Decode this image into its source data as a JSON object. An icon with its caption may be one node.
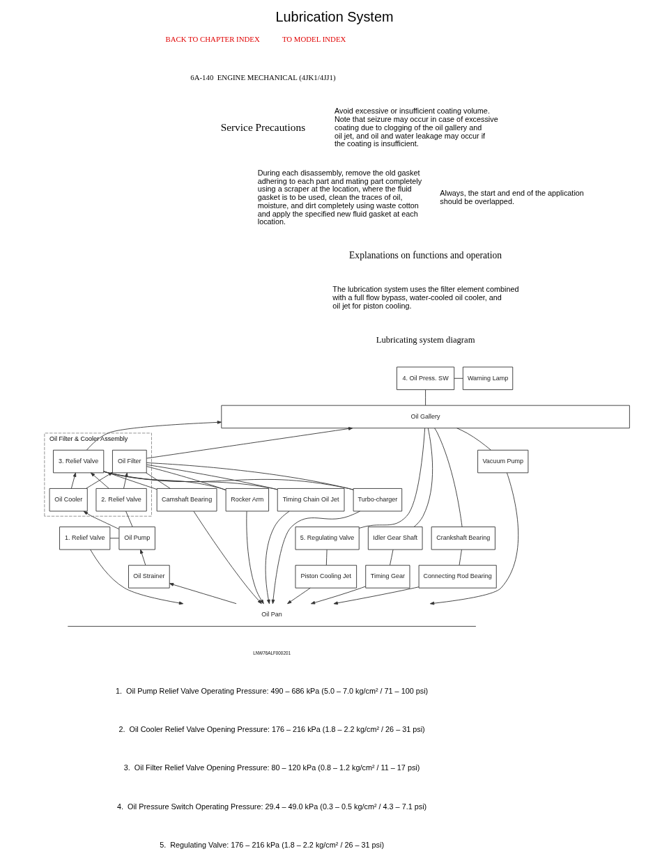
{
  "diagram": {
    "title": "Lubrication System",
    "nodes": [
      {
        "text": [
          "4. Oil Press. SW"
        ]
      },
      {
        "text": [
          "Warning Lamp"
        ]
      },
      {
        "text": [
          "Oil Gallery"
        ]
      },
      {
        "text": [
          "Oil Filter & Cooler Assembly"
        ]
      },
      {
        "text": [
          "Oil Filter"
        ],
        "in": 3
      },
      {
        "text": [
          "3. Relief Valve"
        ],
        "in": 3
      },
      {
        "text": [
          "Oil Cooler"
        ],
        "in": 3
      },
      {
        "text": [
          "2. Relief Valve"
        ],
        "in": 3
      },
      {
        "text": [
          "1. Relief Valve"
        ]
      },
      {
        "text": [
          "Oil Pump"
        ]
      },
      {
        "text": [
          "Oil Strainer"
        ]
      },
      {
        "text": [
          "5. Regulating Valve"
        ]
      },
      {
        "text": [
          "Piston Cooling Jet"
        ]
      },
      {
        "text": [
          "Idler Gear Shaft"
        ]
      },
      {
        "text": [
          "Timing Gear"
        ]
      },
      {
        "text": [
          "Crankshaft Bearing"
        ]
      },
      {
        "text": [
          "Connecting Rod Bearing"
        ]
      },
      {
        "text": [
          "Camshaft Bearing"
        ]
      },
      {
        "text": [
          "Rocker Arm"
        ]
      },
      {
        "text": [
          "Timing Chain Oil Jet"
        ]
      },
      {
        "text": [
          "Turbo-charger"
        ]
      },
      {
        "text": [
          "Vacuum Pump"
        ]
      },
      {
        "text": [
          "Oil Pan"
        ]
      }
    ],
    "edges": [
      {
        "from": 0,
        "to": 1,
        "arrow": "none"
      },
      {
        "from": 0,
        "to": 2,
        "arrow": "none"
      },
      {
        "from": 4,
        "to": 2,
        "arrow": "to"
      },
      {
        "from": 5,
        "to": 2,
        "arrow": "to"
      },
      {
        "from": 4,
        "to": 17,
        "arrow": "none"
      },
      {
        "from": 5,
        "to": 17,
        "arrow": "none"
      },
      {
        "from": 4,
        "to": 18,
        "arrow": "none"
      },
      {
        "from": 5,
        "to": 18,
        "arrow": "none"
      },
      {
        "from": 4,
        "to": 19,
        "arrow": "none"
      },
      {
        "from": 5,
        "to": 19,
        "arrow": "none"
      },
      {
        "from": 4,
        "to": 20,
        "arrow": "none"
      },
      {
        "from": 5,
        "to": 20,
        "arrow": "none"
      },
      {
        "from": 6,
        "to": 4,
        "arrow": "to"
      },
      {
        "from": 6,
        "to": 5,
        "arrow": "to"
      },
      {
        "from": 7,
        "to": 4,
        "arrow": "to"
      },
      {
        "from": 7,
        "to": 5,
        "arrow": "to"
      },
      {
        "from": 9,
        "to": 6,
        "arrow": "to"
      },
      {
        "from": 9,
        "to": 7,
        "arrow": "none"
      },
      {
        "from": 8,
        "to": 9,
        "arrow": "none"
      },
      {
        "from": 10,
        "to": 9,
        "arrow": "to"
      },
      {
        "from": 22,
        "to": 10,
        "arrow": "to"
      },
      {
        "from": 8,
        "to": 22,
        "arrow": "to"
      },
      {
        "from": 2,
        "to": 11,
        "arrow": "none"
      },
      {
        "from": 11,
        "to": 12,
        "arrow": "none"
      },
      {
        "from": 12,
        "to": 22,
        "arrow": "to"
      },
      {
        "from": 2,
        "to": 13,
        "arrow": "none"
      },
      {
        "from": 13,
        "to": 14,
        "arrow": "none"
      },
      {
        "from": 14,
        "to": 22,
        "arrow": "to"
      },
      {
        "from": 2,
        "to": 15,
        "arrow": "none"
      },
      {
        "from": 15,
        "to": 16,
        "arrow": "none"
      },
      {
        "from": 16,
        "to": 22,
        "arrow": "to"
      },
      {
        "from": 17,
        "to": 22,
        "arrow": "to"
      },
      {
        "from": 18,
        "to": 22,
        "arrow": "to"
      },
      {
        "from": 19,
        "to": 22,
        "arrow": "to"
      },
      {
        "from": 20,
        "to": 22,
        "arrow": "to"
      },
      {
        "from": 2,
        "to": 21,
        "arrow": "none"
      },
      {
        "from": 21,
        "to": 22,
        "arrow": "to"
      }
    ],
    "labels": [
      "BACK TO CHAPTER INDEX",
      "TO MODEL INDEX",
      "6A-140  ENGINE MECHANICAL (4JK1/4JJ1)",
      "Service Precautions",
      "During each disassembly, remove the old gasket adhering to each part and mating part completely using a scraper at the location, where the fluid gasket is to be used, clean the traces of oil, moisture, and dirt completely using waste cotton and apply the specified new fluid gasket at each location.",
      "Avoid excessive or insufficient coating volume. Note that seizure may occur in case of excessive coating due to clogging of the oil gallery and oil jet, and oil and water leakage may occur if the coating is insufficient.",
      "Always, the start and end of the application should be overlapped.",
      "Explanations on functions and operation",
      "The lubrication system uses the filter element combined with a full flow bypass, water-cooled oil cooler, and oil jet for piston cooling.",
      "Lubricating system diagram",
      "LNW76ALF000201",
      "1.  Oil Pump Relief Valve Operating Pressure: 490 – 686 kPa (5.0 – 7.0 kg/cm² / 71 – 100 psi)",
      "2.  Oil Cooler Relief Valve Opening Pressure: 176 – 216 kPa (1.8 – 2.2 kg/cm² / 26 – 31 psi)",
      "3.  Oil Filter Relief Valve Opening Pressure: 80 – 120 kPa (0.8 – 1.2 kg/cm² / 11 – 17 psi)",
      "4.  Oil Pressure Switch Operating Pressure: 29.4 – 49.0 kPa (0.3 – 0.5 kg/cm² / 4.3 – 7.1 psi)",
      "5.  Regulating Valve: 176 – 216 kPa (1.8 – 2.2 kg/cm² / 26 – 31 psi)"
    ]
  }
}
